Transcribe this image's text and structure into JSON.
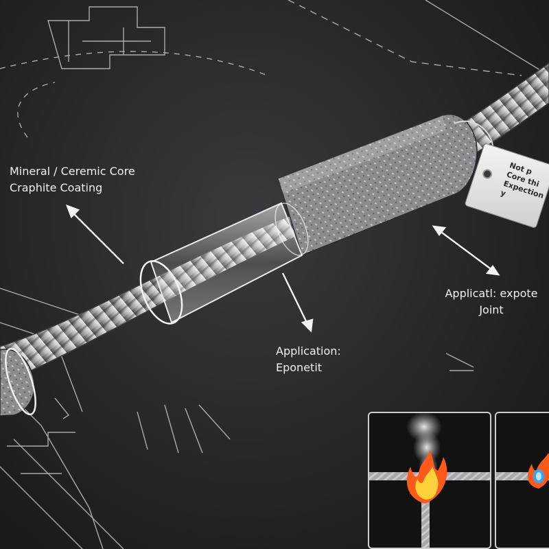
{
  "labels": {
    "core_line1": "Mineral / Ceremic Core",
    "core_line2": "Craphite Coating",
    "app_left_line1": "Application:",
    "app_left_line2": "Eponetit",
    "app_right_line1": "Applicatl: expote",
    "app_right_line2": "Joint"
  },
  "tag": {
    "line1": "Not p",
    "line2": "Core thi",
    "line3": "Expection y"
  },
  "icons": {
    "flame": "flame-icon",
    "smoke": "smoke-icon",
    "arrow": "arrow-icon"
  },
  "colors": {
    "background": "#262628",
    "label_text": "#f2f2f2",
    "rope_light": "#c9c9cb",
    "rope_dark": "#6b6b6e",
    "flame_outer": "#ff5a1a",
    "flame_inner": "#ffd23a",
    "flame_blue": "#2fa8ff"
  }
}
